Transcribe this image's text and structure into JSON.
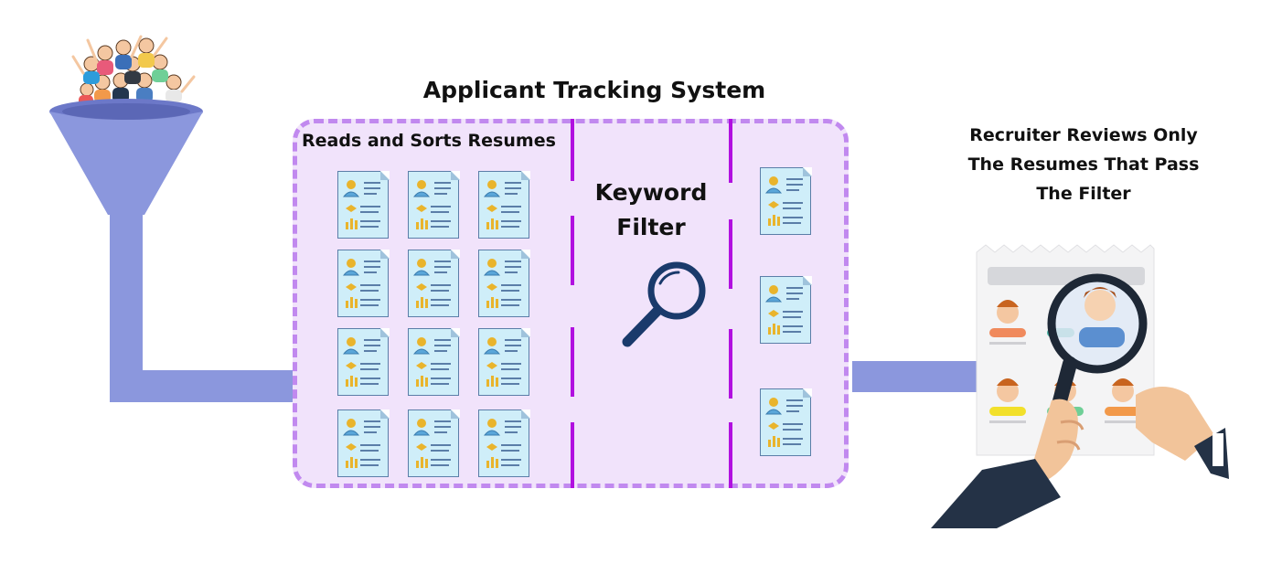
{
  "title": "Applicant Tracking System",
  "stage1": {
    "label": "Reads and Sorts Resumes"
  },
  "stage2": {
    "label_line1": "Keyword",
    "label_line2": "Filter"
  },
  "stage4": {
    "label_line1": "Recruiter Reviews Only",
    "label_line2": "The Resumes That Pass",
    "label_line3": "The Filter"
  },
  "colors": {
    "pipe": "#8b97dd",
    "ats_fill": "#f1e3fb",
    "ats_border": "#c189ef",
    "divider": "#b110e0",
    "resume_fill": "#cfeef9",
    "resume_accent": "#e9b42c",
    "magnifier": "#1a3a6b"
  },
  "icons": [
    "applicant-crowd-icon",
    "funnel-icon",
    "resume-icon",
    "magnifying-glass-icon",
    "recruiter-review-icon"
  ]
}
